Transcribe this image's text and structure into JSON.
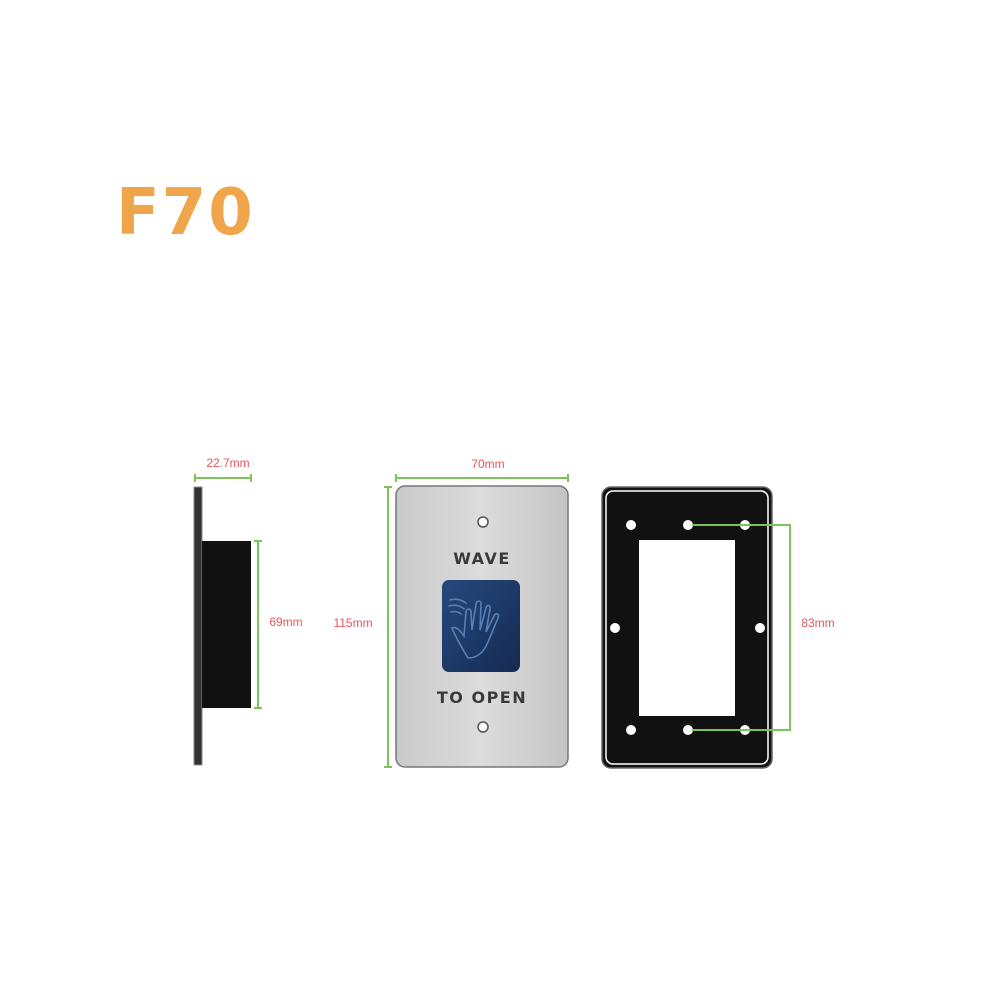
{
  "title": "F70",
  "side_view": {
    "depth_label": "22.7mm",
    "body_height_label": "69mm"
  },
  "front_view": {
    "width_label": "70mm",
    "height_label": "115mm",
    "text_top": "WAVE",
    "text_bottom": "TO OPEN",
    "icon": "waving-hand-icon"
  },
  "back_view": {
    "hole_spacing_label": "83mm"
  },
  "colors": {
    "title": "#f0a54a",
    "dimension_line": "#7cc45a",
    "dimension_text": "#e8545c",
    "sensor": "#1e3a6a"
  }
}
